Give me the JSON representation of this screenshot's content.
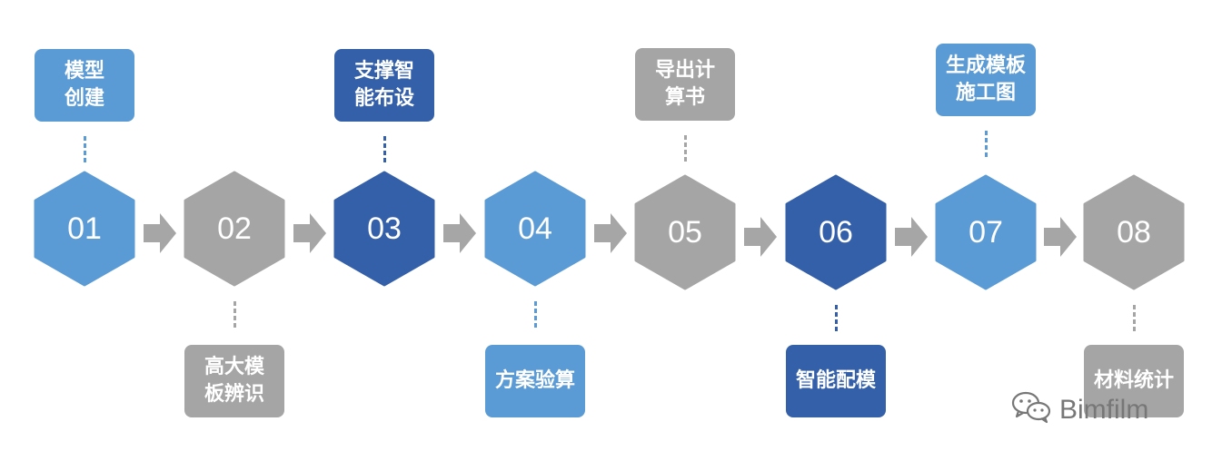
{
  "colors": {
    "light_blue": "#5b9bd5",
    "dark_blue": "#345fa9",
    "gray": "#a5a5a5",
    "arrow": "#a6a6a6",
    "watermark": "#777777"
  },
  "steps": [
    {
      "number": "01",
      "label": "模型创建",
      "line1": "模型",
      "line2": "创建",
      "color": "light_blue",
      "position": "top"
    },
    {
      "number": "02",
      "label": "高大模板辨识",
      "line1": "高大模",
      "line2": "板辨识",
      "color": "gray",
      "position": "bottom"
    },
    {
      "number": "03",
      "label": "支撑智能布设",
      "line1": "支撑智",
      "line2": "能布设",
      "color": "dark_blue",
      "position": "top"
    },
    {
      "number": "04",
      "label": "方案验算",
      "line1": "方案验算",
      "line2": "",
      "color": "light_blue",
      "position": "bottom"
    },
    {
      "number": "05",
      "label": "导出计算书",
      "line1": "导出计",
      "line2": "算书",
      "color": "gray",
      "position": "top"
    },
    {
      "number": "06",
      "label": "智能配模",
      "line1": "智能配模",
      "line2": "",
      "color": "dark_blue",
      "position": "bottom"
    },
    {
      "number": "07",
      "label": "生成模板施工图",
      "line1": "生成模板",
      "line2": "施工图",
      "color": "light_blue",
      "position": "top"
    },
    {
      "number": "08",
      "label": "材料统计",
      "line1": "材料统计",
      "line2": "",
      "color": "gray",
      "position": "bottom"
    }
  ],
  "watermark": {
    "text": "Bimfilm",
    "icon": "wechat-icon"
  }
}
